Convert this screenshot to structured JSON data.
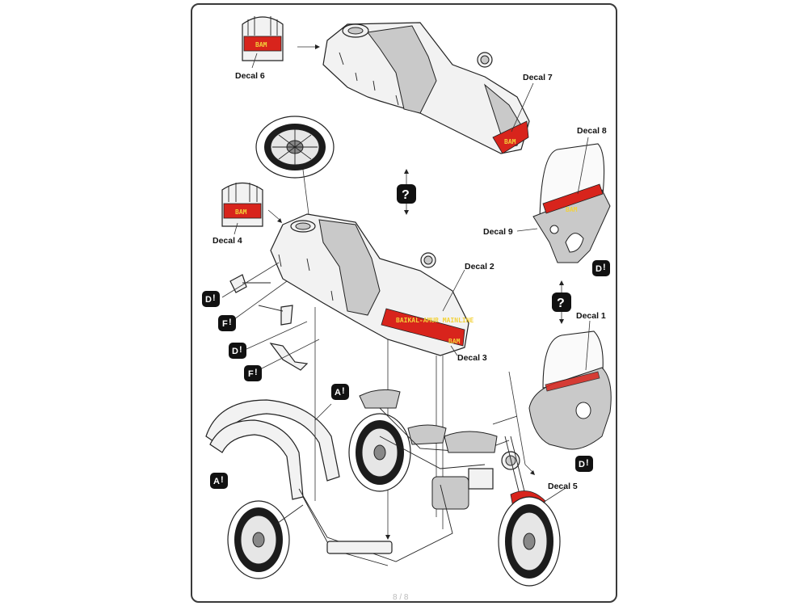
{
  "decal_labels": {
    "d1": "Decal 1",
    "d2": "Decal 2",
    "d3": "Decal 3",
    "d4": "Decal 4",
    "d5": "Decal 5",
    "d6": "Decal 6",
    "d7": "Decal 7",
    "d8": "Decal 8",
    "d9": "Decal 9"
  },
  "decal_text": {
    "bam": "BAM",
    "strip": "BAIKAL-AMUR MAINLINE"
  },
  "step_badges": {
    "d": "D",
    "f": "F",
    "a": "A",
    "mark": "!"
  },
  "option_marker": "?",
  "page_number": "8 / 8",
  "colors": {
    "decal_red": "#d8241c",
    "decal_yellow": "#f3d23a",
    "badge_black": "#111111",
    "part_grey": "#c9c9c9"
  }
}
